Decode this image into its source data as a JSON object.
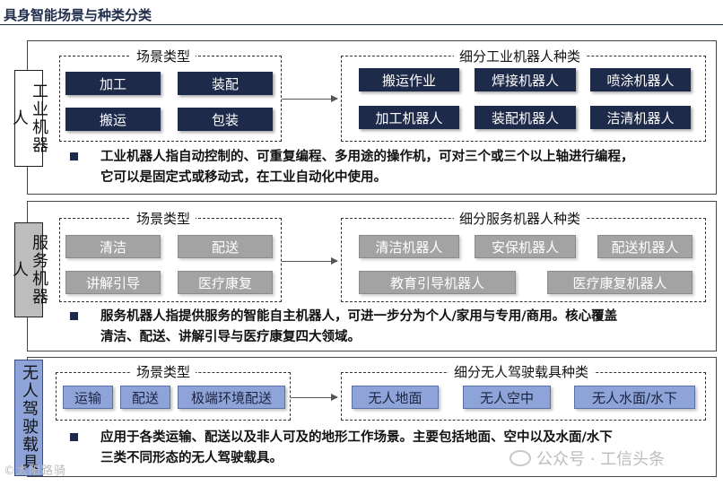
{
  "title": "具身智能场景与种类分类",
  "sections": [
    {
      "side": "工业机器人",
      "scene_caption": "场景类型",
      "scenes": [
        "加工",
        "装配",
        "搬运",
        "包装"
      ],
      "types_caption": "细分工业机器人种类",
      "types": [
        "搬运作业",
        "焊接机器人",
        "喷涂机器人",
        "加工机器人",
        "装配机器人",
        "洁清机器人"
      ],
      "desc": [
        "工业机器人指自动控制的、可重复编程、多用途的操作机，可对三个或三个以上轴进行编程，",
        "它可以是固定式或移动式，在工业自动化中使用。"
      ]
    },
    {
      "side": "服务机器人",
      "scene_caption": "场景类型",
      "scenes": [
        "清洁",
        "配送",
        "讲解引导",
        "医疗康复"
      ],
      "types_caption": "细分服务机器人种类",
      "types": [
        "清洁机器人",
        "安保机器人",
        "配送机器人",
        "教育引导机器人",
        "医疗康复机器人"
      ],
      "desc": [
        "服务机器人指提供服务的智能自主机器人，可进一步分为个人/家用与专用/商用。核心覆盖",
        "清洁、配送、讲解引导与医疗康复四大领域。"
      ]
    },
    {
      "side": "无人驾驶载具",
      "scene_caption": "场景类型",
      "scenes": [
        "运输",
        "配送",
        "极端环境配送"
      ],
      "types_caption": "细分无人驾驶载具种类",
      "types": [
        "无人地面",
        "无人空中",
        "无人水面/水下"
      ],
      "desc": [
        "应用于各类运输、配送以及非人可及的地形工作场景。主要包括地面、空中以及水面/水下",
        "三类不同形态的无人驾驶载具。"
      ]
    }
  ],
  "watermark_left": "©太阳路骑",
  "watermark_right": "公众号 · 工信头条"
}
